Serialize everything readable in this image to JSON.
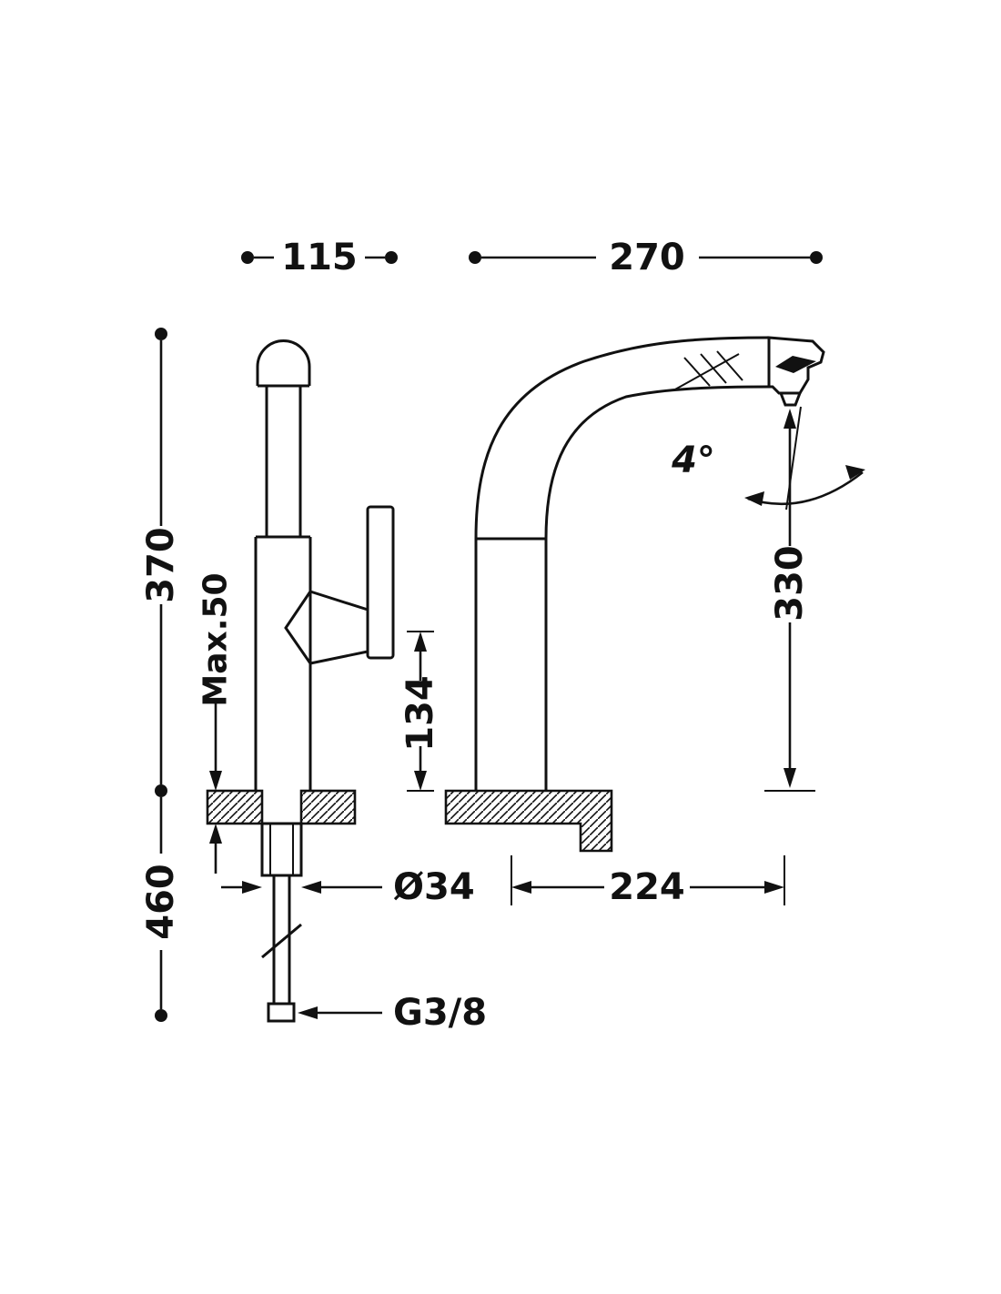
{
  "drawing": {
    "background": "#ffffff",
    "line_color": "#111111",
    "dims": {
      "width_front": "115",
      "width_side": "270",
      "height_above_deck": "370",
      "height_below_deck": "460",
      "max_deck_thickness": "Max.50",
      "spout_clearance": "134",
      "hole_diameter": "Ø34",
      "inlet_thread": "G3/8",
      "spout_height": "330",
      "spout_reach": "224",
      "swivel_angle": "4°"
    }
  }
}
